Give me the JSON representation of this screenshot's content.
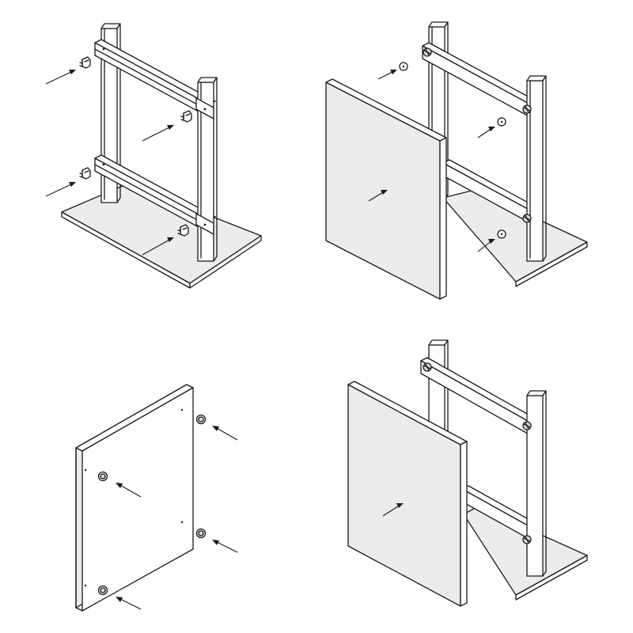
{
  "diagram": {
    "steps": [
      {
        "name": "attach-cam-fittings-to-frame"
      },
      {
        "name": "attach-right-side-panel"
      },
      {
        "name": "insert-cam-dowels-into-panel"
      },
      {
        "name": "attach-panel-to-frame"
      }
    ],
    "colors": {
      "line": "#1a1a1a",
      "panel_fill": "#ececec",
      "board_fill": "#ececec",
      "background": "#ffffff"
    }
  }
}
